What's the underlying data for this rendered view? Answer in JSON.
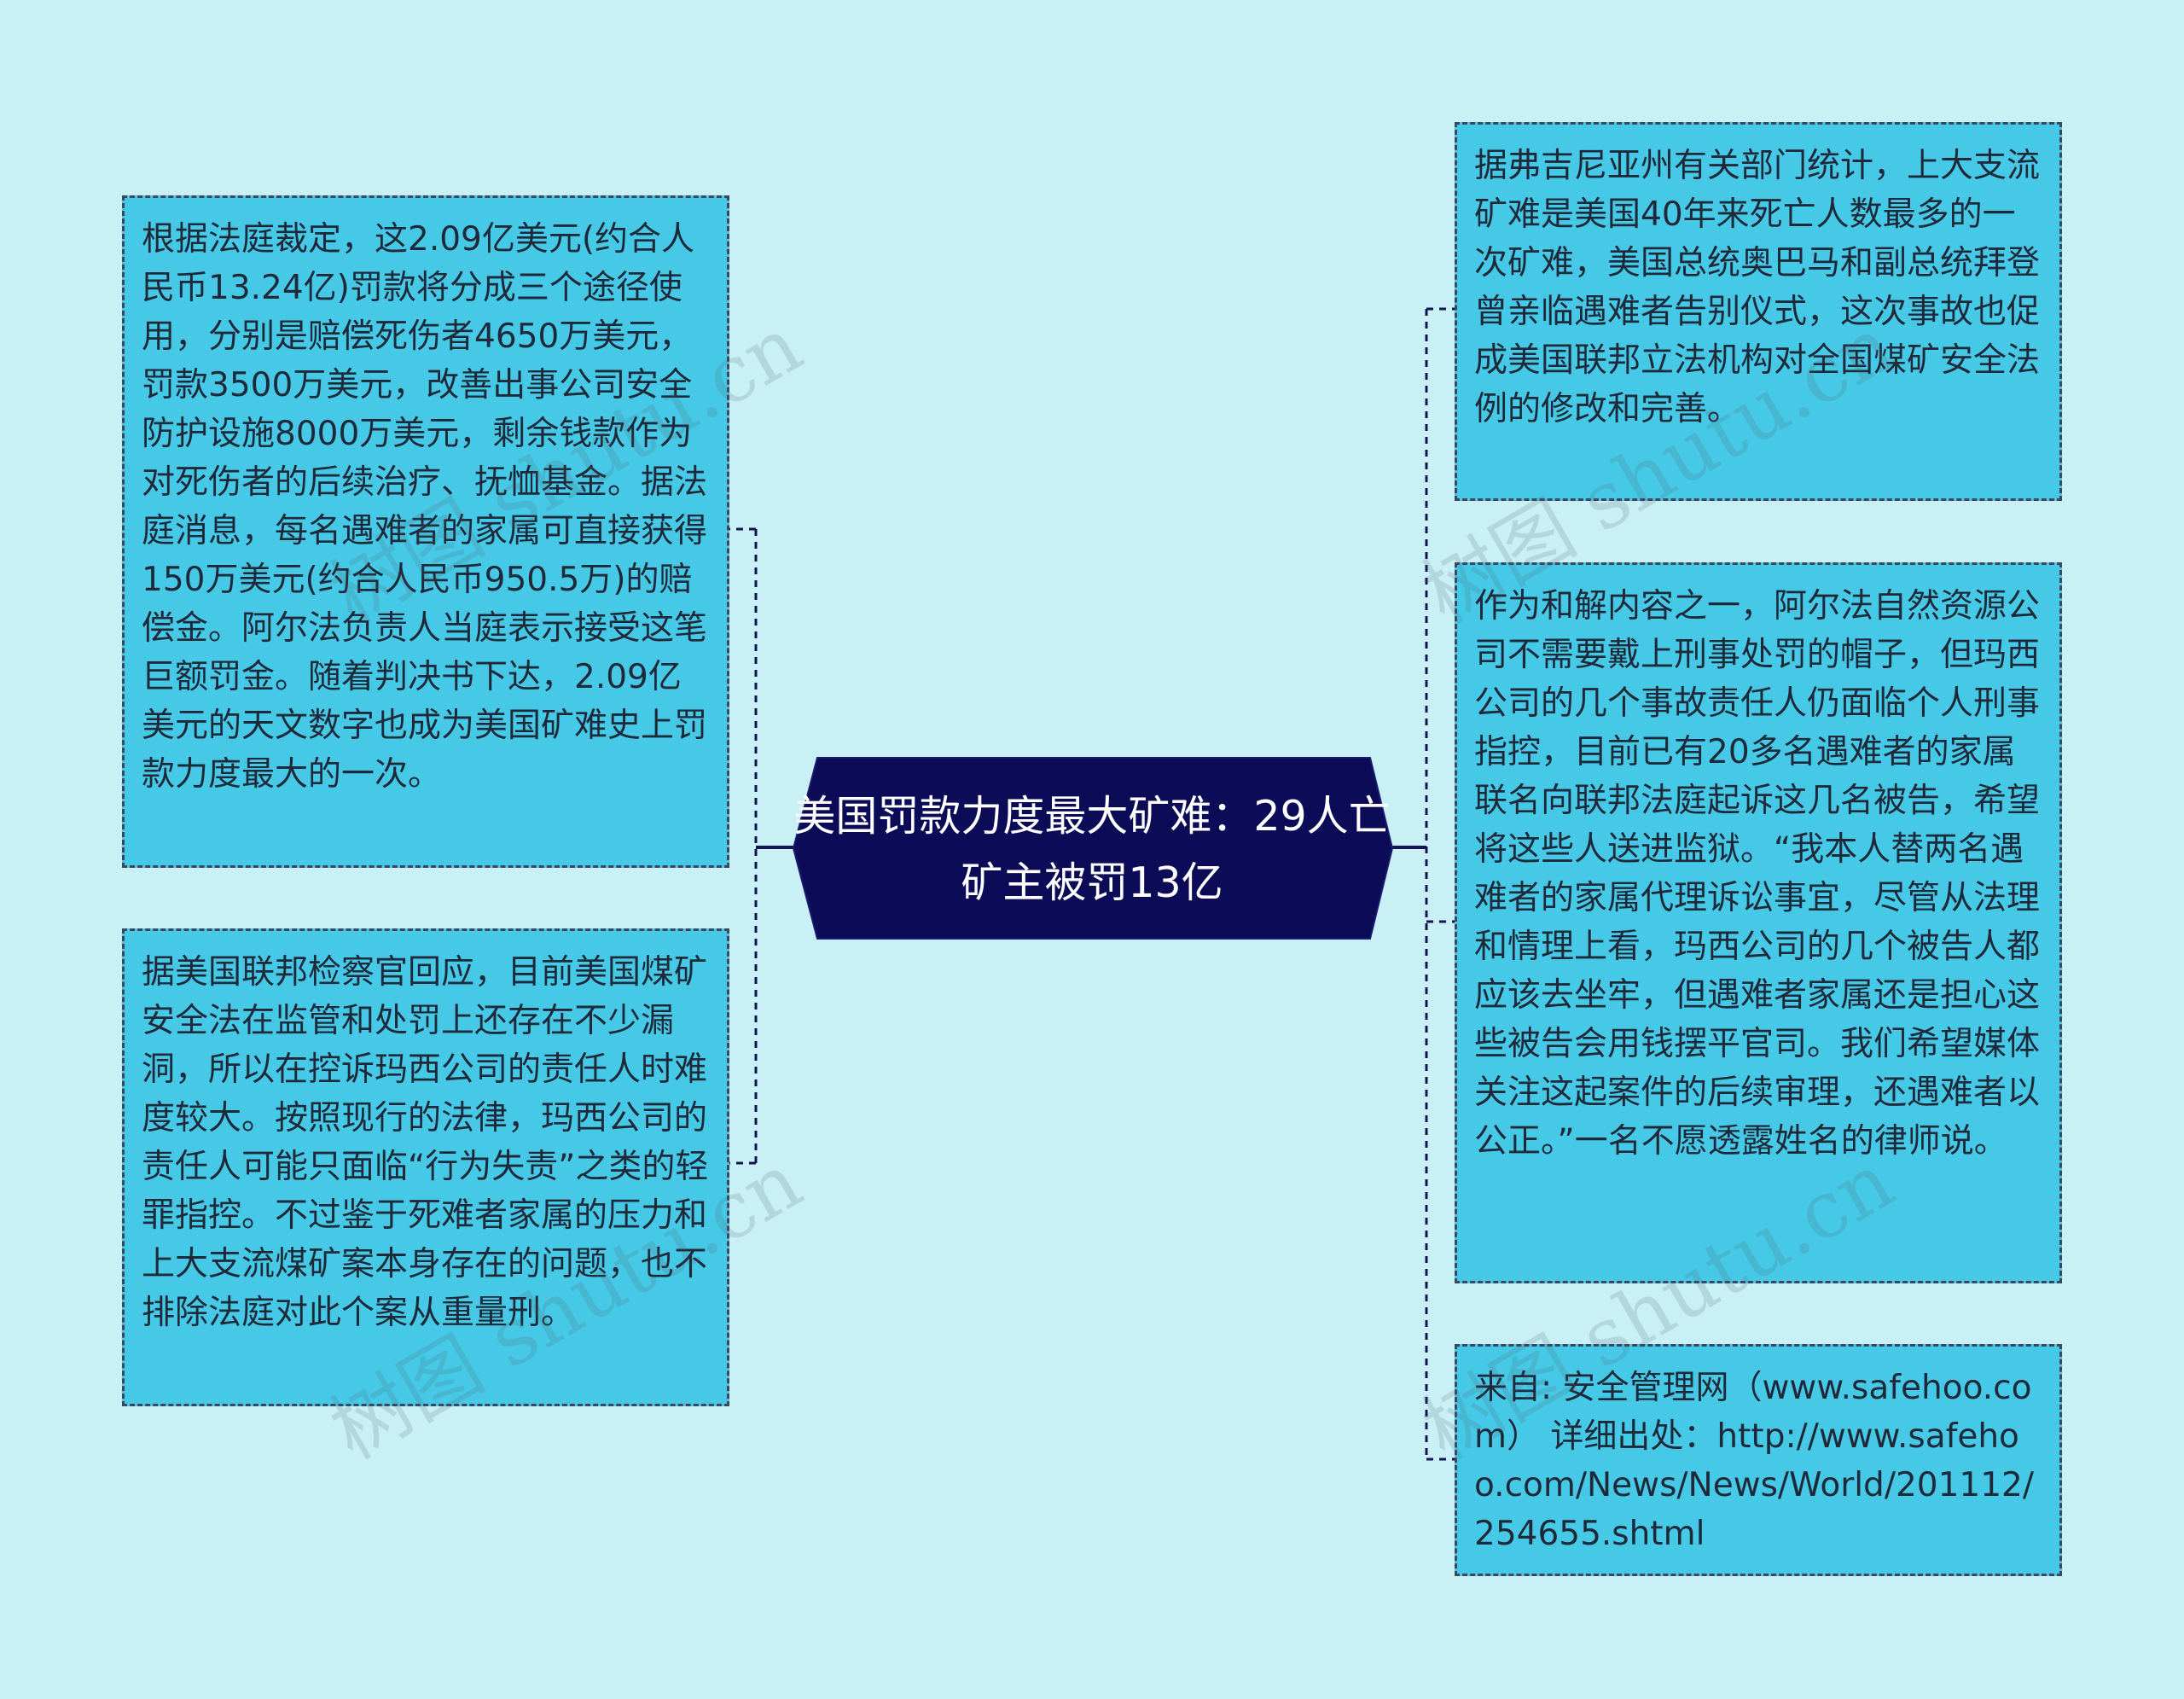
{
  "center": {
    "title": "美国罚款力度最大矿难：29人亡矿主被罚13亿"
  },
  "left": [
    {
      "text": "根据法庭裁定，这2.09亿美元(约合人民币13.24亿)罚款将分成三个途径使用，分别是赔偿死伤者4650万美元，罚款3500万美元，改善出事公司安全防护设施8000万美元，剩余钱款作为对死伤者的后续治疗、抚恤基金。据法庭消息，每名遇难者的家属可直接获得150万美元(约合人民币950.5万)的赔偿金。阿尔法负责人当庭表示接受这笔巨额罚金。随着判决书下达，2.09亿美元的天文数字也成为美国矿难史上罚款力度最大的一次。"
    },
    {
      "text": "据美国联邦检察官回应，目前美国煤矿安全法在监管和处罚上还存在不少漏洞，所以在控诉玛西公司的责任人时难度较大。按照现行的法律，玛西公司的责任人可能只面临“行为失责”之类的轻罪指控。不过鉴于死难者家属的压力和上大支流煤矿案本身存在的问题，也不排除法庭对此个案从重量刑。"
    }
  ],
  "right": [
    {
      "text": "据弗吉尼亚州有关部门统计，上大支流矿难是美国40年来死亡人数最多的一次矿难，美国总统奥巴马和副总统拜登曾亲临遇难者告别仪式，这次事故也促成美国联邦立法机构对全国煤矿安全法例的修改和完善。"
    },
    {
      "text": "作为和解内容之一，阿尔法自然资源公司不需要戴上刑事处罚的帽子，但玛西公司的几个事故责任人仍面临个人刑事指控，目前已有20多名遇难者的家属联名向联邦法庭起诉这几名被告，希望将这些人送进监狱。“我本人替两名遇难者的家属代理诉讼事宜，尽管从法理和情理上看，玛西公司的几个被告人都应该去坐牢，但遇难者家属还是担心这些被告会用钱摆平官司。我们希望媒体关注这起案件的后续审理，还遇难者以公正。”一名不愿透露姓名的律师说。"
    },
    {
      "text": "来自: 安全管理网（www.safehoo.com） 详细出处：http://www.safehoo.com/News/News/World/201112/254655.shtml"
    }
  ],
  "colors": {
    "background": "#c8f0f5",
    "node_fill": "#46c9e6",
    "node_border": "#3d4660",
    "center_fill": "#0b0b57",
    "link": "#141450"
  }
}
